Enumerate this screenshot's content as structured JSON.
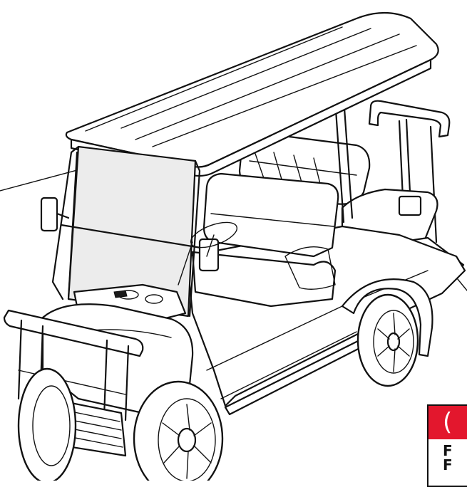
{
  "figure": {
    "subject": "golf-cart-line-drawing",
    "colors": {
      "line": "#111111",
      "glass": "#ececec",
      "accent": "#e3172d"
    }
  },
  "callout": {
    "header_glyph": "(",
    "lines": [
      "F",
      "F"
    ]
  }
}
